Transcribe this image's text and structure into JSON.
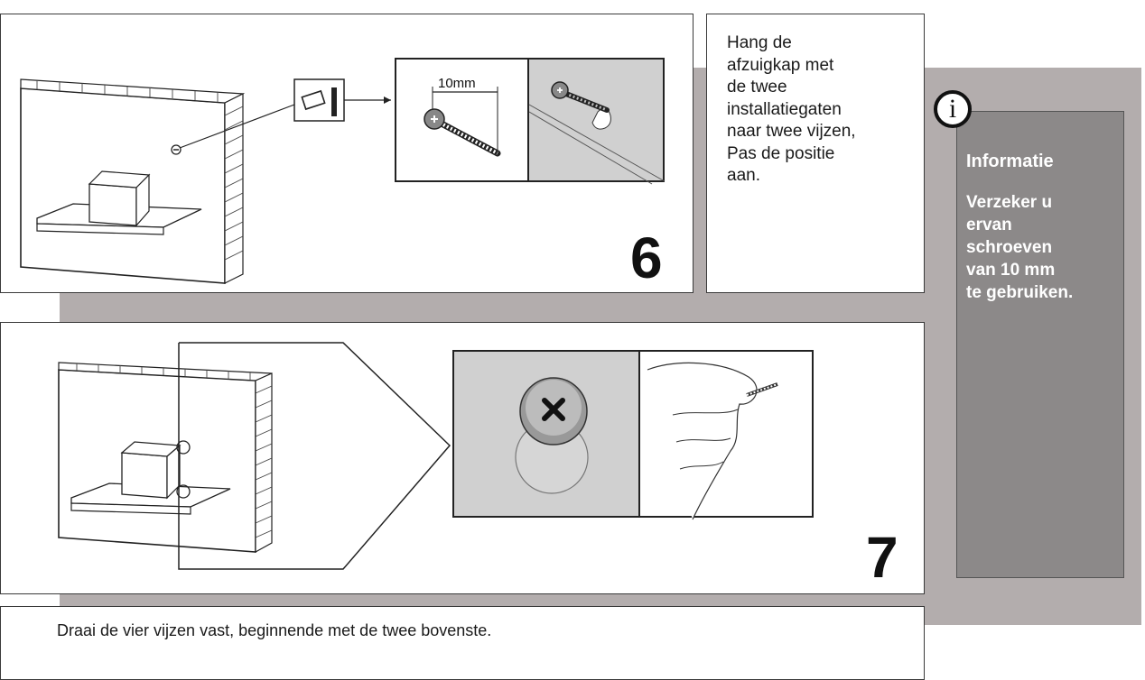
{
  "step6": {
    "number": "6",
    "dimension_label": "10mm",
    "instruction_lines": [
      "Hang de",
      "afzuigkap met",
      "de twee",
      "installatiegaten",
      "naar twee vijzen,",
      "Pas de positie",
      "aan."
    ]
  },
  "step7": {
    "number": "7",
    "instruction": "Draai de vier vijzen vast, beginnende met de twee bovenste."
  },
  "info": {
    "icon_glyph": "i",
    "title": "Informatie",
    "body_lines": [
      "Verzeker u",
      "ervan",
      "schroeven",
      "van 10 mm",
      "te gebruiken."
    ]
  },
  "colors": {
    "grey_band": "#b3adad",
    "info_panel": "#8c8989",
    "detail_bg": "#d0d0d0"
  }
}
